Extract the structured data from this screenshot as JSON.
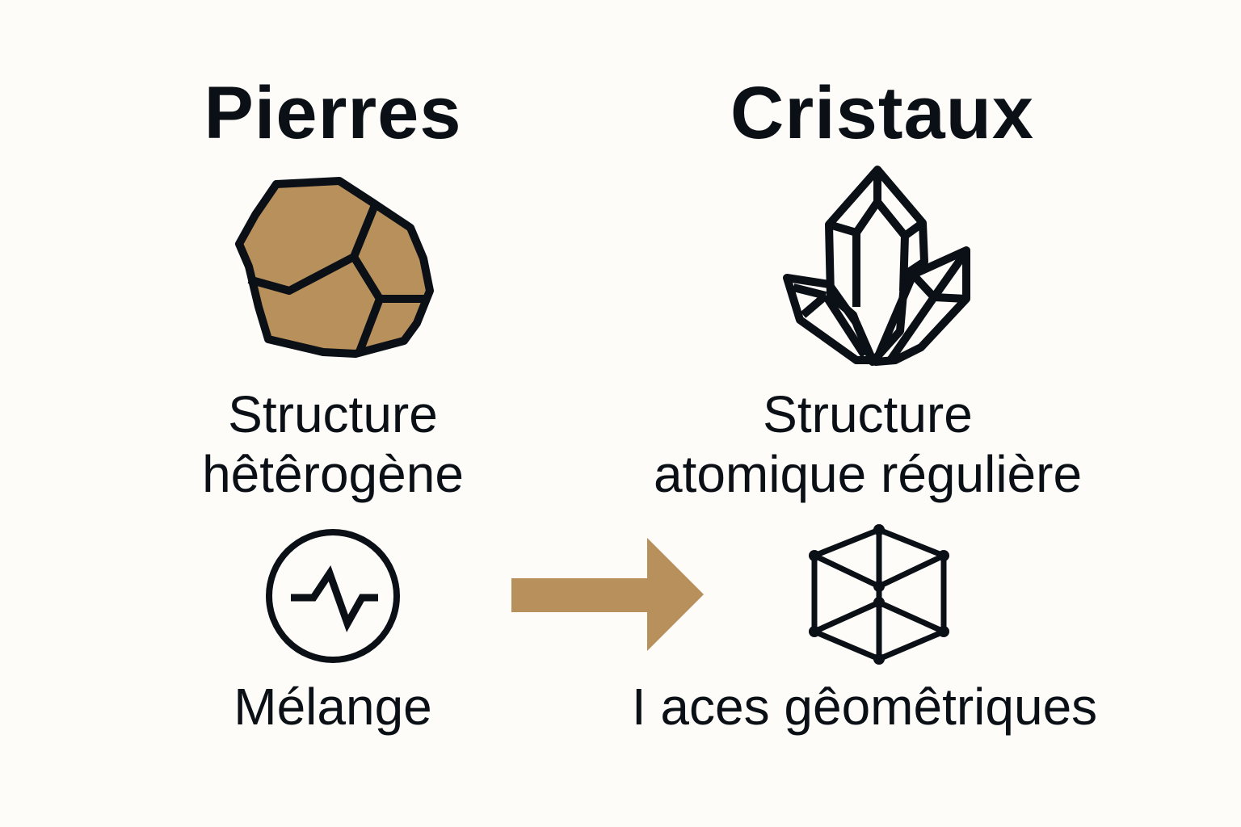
{
  "colors": {
    "background": "#fdfcf8",
    "ink": "#0b0f16",
    "accent": "#b8905c"
  },
  "left": {
    "title": "Pierres",
    "icon": "rock-icon",
    "caption_line1": "Structure",
    "caption_line2": "hêtêrogène",
    "secondary_icon": "pulse-circle-icon",
    "secondary_label": "Mélange"
  },
  "arrow": {
    "icon": "arrow-right-icon",
    "direction": "right"
  },
  "right": {
    "title": "Cristaux",
    "icon": "crystal-cluster-icon",
    "caption_line1": "Structure",
    "caption_line2": "atomique régulière",
    "secondary_icon": "cube-lattice-icon",
    "secondary_label": "I aces gêomêtriques"
  }
}
